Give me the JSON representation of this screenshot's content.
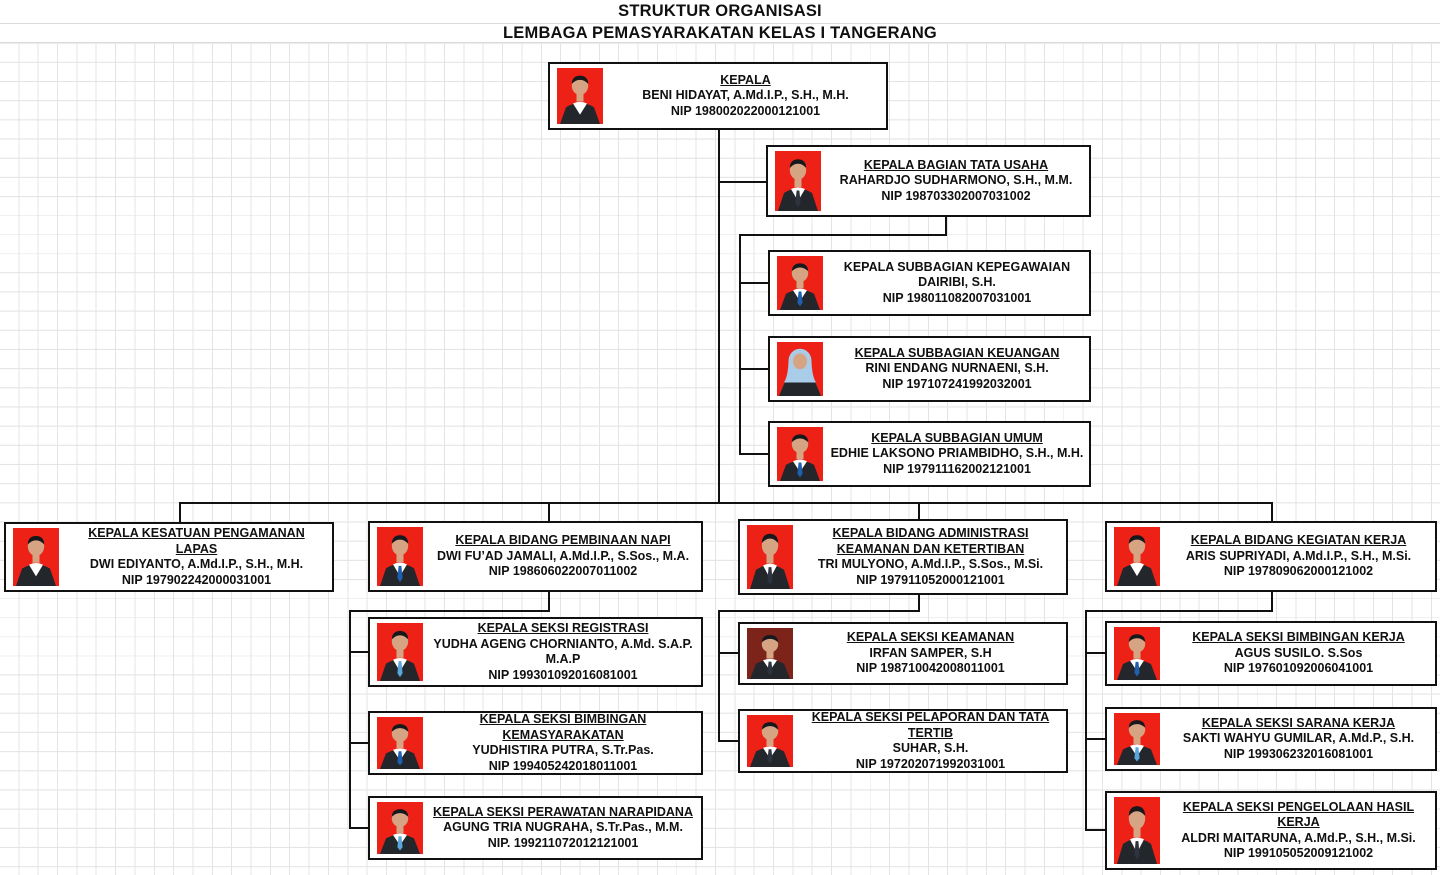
{
  "page_title": {
    "line1": "STRUKTUR ORGANISASI",
    "line2": "LEMBAGA PEMASYARAKATAN KELAS I TANGERANG"
  },
  "colors": {
    "photo_red": "#ee2117",
    "photo_maroon": "#7c241a",
    "tie_blue": "#1e5fae",
    "tie_light": "#5aa7de",
    "tie_dark": "#2e3340",
    "hijab": "#a9cde9",
    "skin": "#d6a483",
    "suit": "#23262b",
    "hair": "#17181c",
    "shirt": "#ffffff",
    "line": "#111111",
    "grid": "#e4e4e4",
    "text": "#101010"
  },
  "nodes": [
    {
      "id": "kepala",
      "title": "KEPALA",
      "name": "BENI HIDAYAT, A.Md.I.P., S.H., M.H.",
      "nip": "NIP 198002022000121001",
      "underline": true,
      "photo": {
        "bg": "red",
        "tie": "none",
        "hijab": false
      }
    },
    {
      "id": "tatausaha",
      "title": "KEPALA BAGIAN TATA USAHA",
      "name": "RAHARDJO SUDHARMONO, S.H., M.M.",
      "nip": "NIP 198703302007031002",
      "underline": true,
      "photo": {
        "bg": "red",
        "tie": "dark",
        "hijab": false
      }
    },
    {
      "id": "kepegawaian",
      "title": "KEPALA SUBBAGIAN KEPEGAWAIAN",
      "name": "DAIRIBI, S.H.",
      "nip": "NIP 198011082007031001",
      "underline": false,
      "photo": {
        "bg": "red",
        "tie": "blue",
        "hijab": false
      }
    },
    {
      "id": "keuangan",
      "title": "KEPALA SUBBAGIAN KEUANGAN",
      "name": "RINI ENDANG NURNAENI, S.H.",
      "nip": "NIP 197107241992032001",
      "underline": true,
      "photo": {
        "bg": "red",
        "tie": "none",
        "hijab": true
      }
    },
    {
      "id": "umum",
      "title": "KEPALA SUBBAGIAN UMUM",
      "name": "EDHIE LAKSONO PRIAMBIDHO, S.H., M.H.",
      "nip": "NIP 197911162002121001",
      "underline": true,
      "photo": {
        "bg": "red",
        "tie": "blue",
        "hijab": false
      }
    },
    {
      "id": "kesatuan",
      "title": "KEPALA KESATUAN PENGAMANAN LAPAS",
      "name": "DWI EDIYANTO, A.Md.I.P., S.H., M.H.",
      "nip": "NIP 197902242000031001",
      "underline": true,
      "photo": {
        "bg": "red",
        "tie": "none",
        "hijab": false
      }
    },
    {
      "id": "pembinaan",
      "title": "KEPALA BIDANG PEMBINAAN NAPI",
      "name": "DWI FU’AD JAMALI, A.Md.I.P., S.Sos., M.A.",
      "nip": "NIP 198606022007011002",
      "underline": true,
      "photo": {
        "bg": "red",
        "tie": "blue",
        "hijab": false
      }
    },
    {
      "id": "administrasi",
      "title": "KEPALA BIDANG ADMINISTRASI KEAMANAN DAN KETERTIBAN",
      "name": "TRI MULYONO, A.Md.I.P., S.Sos., M.Si.",
      "nip": "NIP 197911052000121001",
      "underline": true,
      "photo": {
        "bg": "red",
        "tie": "dark",
        "hijab": false
      }
    },
    {
      "id": "kegiatan",
      "title": "KEPALA BIDANG KEGIATAN KERJA",
      "name": "ARIS SUPRIYADI, A.Md.I.P., S.H., M.Si.",
      "nip": "NIP 197809062000121002",
      "underline": true,
      "photo": {
        "bg": "red",
        "tie": "none",
        "hijab": false
      }
    },
    {
      "id": "registrasi",
      "title": "KEPALA SEKSI REGISTRASI",
      "name": "YUDHA AGENG CHORNIANTO, A.Md. S.A.P. M.A.P",
      "nip": "NIP 199301092016081001",
      "underline": true,
      "photo": {
        "bg": "red",
        "tie": "light",
        "hijab": false
      }
    },
    {
      "id": "bimbkemasyarakatan",
      "title": "KEPALA SEKSI BIMBINGAN KEMASYARAKATAN",
      "name": "YUDHISTIRA PUTRA, S.Tr.Pas.",
      "nip": "NIP 199405242018011001",
      "underline": true,
      "photo": {
        "bg": "red",
        "tie": "blue",
        "hijab": false
      }
    },
    {
      "id": "perawatan",
      "title": "KEPALA SEKSI PERAWATAN NARAPIDANA",
      "name": "AGUNG TRIA NUGRAHA, S.Tr.Pas., M.M.",
      "nip": "NIP. 199211072012121001",
      "underline": true,
      "photo": {
        "bg": "red",
        "tie": "light",
        "hijab": false
      }
    },
    {
      "id": "keamanan",
      "title": "KEPALA SEKSI KEAMANAN",
      "name": "IRFAN SAMPER, S.H",
      "nip": "NIP 198710042008011001",
      "underline": true,
      "photo": {
        "bg": "maroon",
        "tie": "dark",
        "hijab": false
      }
    },
    {
      "id": "pelaporan",
      "title": "KEPALA SEKSI PELAPORAN DAN TATA TERTIB",
      "name": "SUHAR, S.H.",
      "nip": "NIP 197202071992031001",
      "underline": true,
      "photo": {
        "bg": "red",
        "tie": "dark",
        "hijab": false
      }
    },
    {
      "id": "bimbkerja",
      "title": "KEPALA SEKSI BIMBINGAN KERJA",
      "name": "AGUS SUSILO. S.Sos",
      "nip": "NIP 197601092006041001",
      "underline": true,
      "photo": {
        "bg": "red",
        "tie": "blue",
        "hijab": false
      }
    },
    {
      "id": "sarana",
      "title": "KEPALA SEKSI SARANA KERJA",
      "name": "SAKTI WAHYU GUMILAR, A.Md.P., S.H.",
      "nip": "NIP 199306232016081001",
      "underline": true,
      "photo": {
        "bg": "red",
        "tie": "light",
        "hijab": false
      }
    },
    {
      "id": "pengelolaan",
      "title": "KEPALA SEKSI PENGELOLAAN HASIL KERJA",
      "name": "ALDRI MAITARUNA, A.Md.P., S.H., M.Si.",
      "nip": "NIP 199105052009121002",
      "underline": true,
      "photo": {
        "bg": "red",
        "tie": "dark",
        "hijab": false
      }
    }
  ]
}
